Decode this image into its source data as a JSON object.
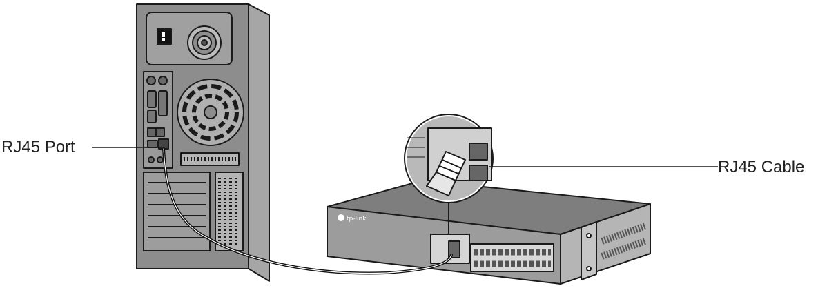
{
  "labels": {
    "port": "RJ45 Port",
    "cable": "RJ45 Cable"
  },
  "device": {
    "brand": "tp-link"
  },
  "colors": {
    "stroke": "#1a1a1a",
    "case_fill": "#8d8d8d",
    "case_side": "#a6a6a6",
    "switch_top": "#7e7e7e",
    "switch_front": "#9c9c9c",
    "port_fill": "#6a6a6a"
  }
}
